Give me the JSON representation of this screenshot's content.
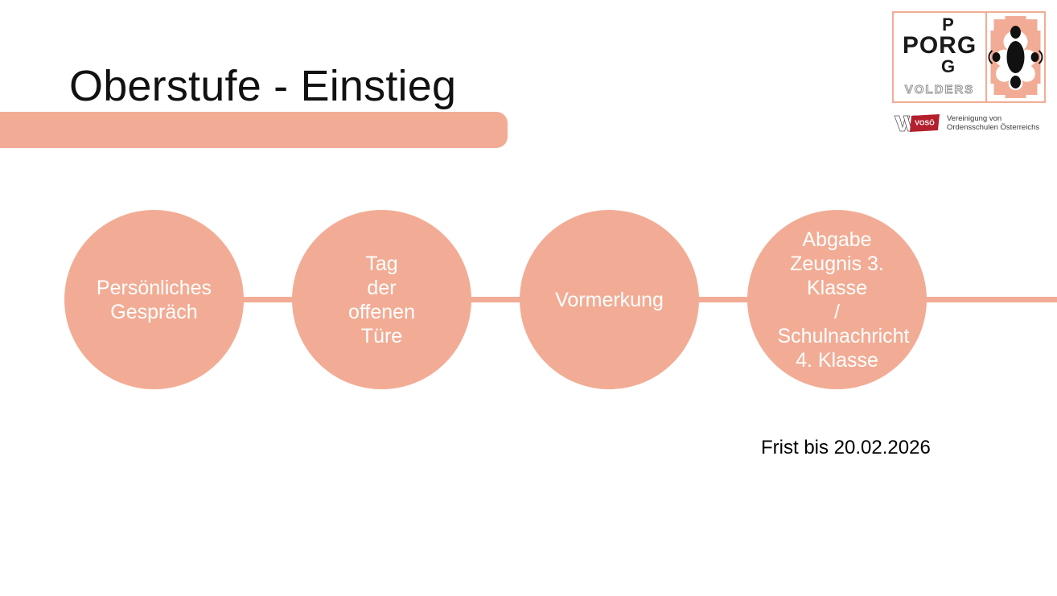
{
  "slide": {
    "title": "Oberstufe - Einstieg",
    "accent_color": "#F2AC95",
    "background_color": "#FFFFFF",
    "title_color": "#111111"
  },
  "flow": {
    "line_color": "#F2AC95",
    "node_text_color": "#FFFFFF",
    "nodes": [
      {
        "label": "Persönliches Gespräch"
      },
      {
        "label": "Tag\nder\noffenen\nTüre"
      },
      {
        "label": "Vormerkung"
      },
      {
        "label": "Abgabe Zeugnis 3. Klasse\n/\nSchulnachricht 4. Klasse"
      }
    ]
  },
  "deadline": {
    "text": "Frist bis 20.02.2026"
  },
  "logos": {
    "porg": {
      "top_letter": "P",
      "middle_word": "PORG",
      "bottom_letter": "G",
      "place": "VOLDERS",
      "ornament_icon": "floral-ornament-icon"
    },
    "vosoe": {
      "mark_text": "VOSÖ",
      "mark_icon": "vosoe-w-icon",
      "mark_color": "#B41F2E",
      "caption": "Vereinigung von\nOrdensschulen Österreichs"
    }
  }
}
